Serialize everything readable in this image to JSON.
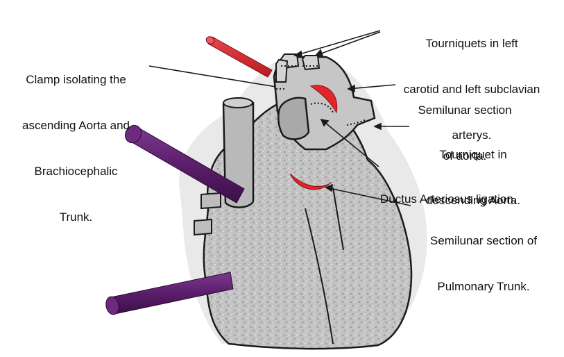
{
  "labels": {
    "tourniquets_carotid": [
      "Tourniquets in left",
      "carotid and left subclavian",
      "arterys."
    ],
    "clamp_aorta": [
      "Clamp isolating the",
      "ascending Aorta and",
      "Brachiocephalic",
      "Trunk."
    ],
    "semilunar_aorta": [
      "Semilunar section",
      "of aorta."
    ],
    "tourniquet_descending": [
      "Tourniquet in",
      "descending Aorta."
    ],
    "ductus": [
      "Ductus Arteriosus ligation."
    ],
    "semilunar_pulmonary": [
      "Semilunar section of",
      "Pulmonary Trunk."
    ]
  },
  "colors": {
    "clamp_red": "#d9252a",
    "rod_purple": "#5b1e6b",
    "cut_red": "#e0262b",
    "heart_fill": "#c9c9c9",
    "outline": "#1a1a1a"
  }
}
